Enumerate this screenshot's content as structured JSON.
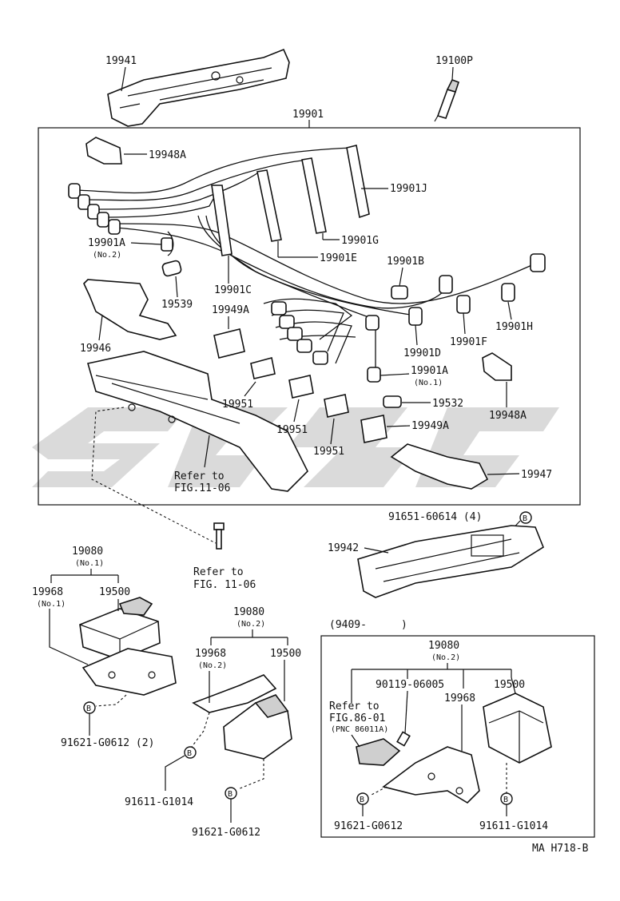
{
  "labels": {
    "p19941": "19941",
    "p19100p": "19100P",
    "p19901": "19901",
    "p19948a_top": "19948A",
    "p19901j": "19901J",
    "p19901g": "19901G",
    "p19901a2": "19901A",
    "p19901a2_sub": "(No.2)",
    "p19901e": "19901E",
    "p19901b": "19901B",
    "p19901c": "19901C",
    "p19539": "19539",
    "p19949a_top": "19949A",
    "p19901h": "19901H",
    "p19946": "19946",
    "p19901d": "19901D",
    "p19901f": "19901F",
    "p19901a1": "19901A",
    "p19901a1_sub": "(No.1)",
    "p19951_a": "19951",
    "p19951_b": "19951",
    "p19951_c": "19951",
    "p19532": "19532",
    "p19948a_right": "19948A",
    "p19949a_low": "19949A",
    "refer_1": "Refer to",
    "refer_1_fig": "FIG.11-06",
    "p19947": "19947",
    "bolt_91651": "91651-60614 (4)",
    "p19942": "19942",
    "refer_2": "Refer to",
    "refer_2_fig": "FIG. 11-06",
    "p19080_1": "19080",
    "p19080_1_sub": "(No.1)",
    "p19968_1": "19968",
    "p19968_1_sub": "(No.1)",
    "p19500_1": "19500",
    "bolt_91621_2": "91621-G0612 (2)",
    "p19080_2": "19080",
    "p19080_2_sub": "(No.2)",
    "p19968_2": "19968",
    "p19968_2_sub": "(No.2)",
    "p19500_2": "19500",
    "bolt_91611_a": "91611-G1014",
    "bolt_91621_a": "91621-G0612",
    "date_code": "(9409-",
    "date_close": ")",
    "p19080_3": "19080",
    "p19080_3_sub": "(No.2)",
    "bolt_90119": "90119-06005",
    "p19500_3": "19500",
    "refer_3": "Refer to",
    "refer_3_fig": "FIG.86-01",
    "refer_3_pnc": "(PNC 86011A)",
    "p19968_3": "19968",
    "bolt_91621_b": "91621-G0612",
    "bolt_91611_b": "91611-G1014",
    "circle_b": "B",
    "footer_code": "MA H718-B"
  }
}
